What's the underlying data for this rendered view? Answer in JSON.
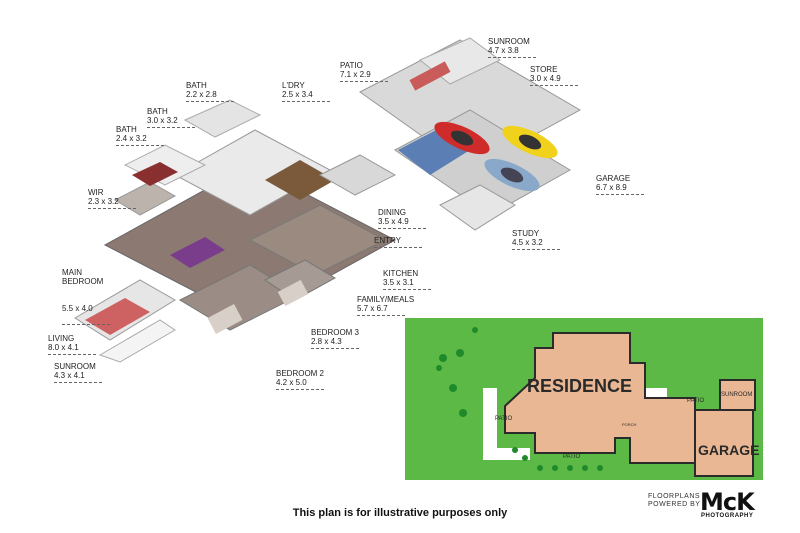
{
  "rooms": [
    {
      "id": "sunroom_top",
      "name": "SUNROOM",
      "dim": "4.7 x 3.8"
    },
    {
      "id": "patio",
      "name": "PATIO",
      "dim": "7.1 x 2.9"
    },
    {
      "id": "store",
      "name": "STORE",
      "dim": "3.0 x 4.9"
    },
    {
      "id": "bath1",
      "name": "BATH",
      "dim": "2.2 x 2.8"
    },
    {
      "id": "ldry",
      "name": "L'DRY",
      "dim": "2.5 x 3.4"
    },
    {
      "id": "bath2",
      "name": "BATH",
      "dim": "3.0 x 3.2"
    },
    {
      "id": "bath3",
      "name": "BATH",
      "dim": "2.4 x 3.2"
    },
    {
      "id": "garage",
      "name": "GARAGE",
      "dim": "6.7 x 8.9"
    },
    {
      "id": "wir",
      "name": "WIR",
      "dim": "2.3 x 3.2"
    },
    {
      "id": "dining",
      "name": "DINING",
      "dim": "3.5 x 4.9"
    },
    {
      "id": "study",
      "name": "STUDY",
      "dim": "4.5 x 3.2"
    },
    {
      "id": "entry",
      "name": "ENTRY",
      "dim": ""
    },
    {
      "id": "main_bedroom",
      "name": "MAIN\nBEDROOM",
      "dim": "5.5 x 4.0"
    },
    {
      "id": "kitchen",
      "name": "KITCHEN",
      "dim": "3.5 x 3.1"
    },
    {
      "id": "family_meals",
      "name": "FAMILY/MEALS",
      "dim": "5.7 x 6.7"
    },
    {
      "id": "bedroom3",
      "name": "BEDROOM 3",
      "dim": "2.8 x 4.3"
    },
    {
      "id": "living",
      "name": "LIVING",
      "dim": "8.0 x 4.1"
    },
    {
      "id": "sunroom_bottom",
      "name": "SUNROOM",
      "dim": "4.3 x 4.1"
    },
    {
      "id": "bedroom2",
      "name": "BEDROOM 2",
      "dim": "4.2 x 5.0"
    }
  ],
  "site_plan": {
    "residence_label": "RESIDENCE",
    "garage_label": "GARAGE",
    "sunroom_label": "SUNROOM",
    "patio_labels": [
      "PATIO",
      "PATIO",
      "PATIO"
    ],
    "porch_label": "PORCH",
    "colors": {
      "grass": "#5cb946",
      "building": "#e9b793",
      "outline": "#2b2b2b",
      "path": "#ffffff",
      "trees": "#1f8a2a"
    }
  },
  "footer": {
    "disclaimer": "This plan is for illustrative purposes only",
    "credit_line1": "FLOORPLANS",
    "credit_line2": "POWERED BY",
    "logo_text": "McK",
    "logo_sub": "PHOTOGRAPHY"
  }
}
